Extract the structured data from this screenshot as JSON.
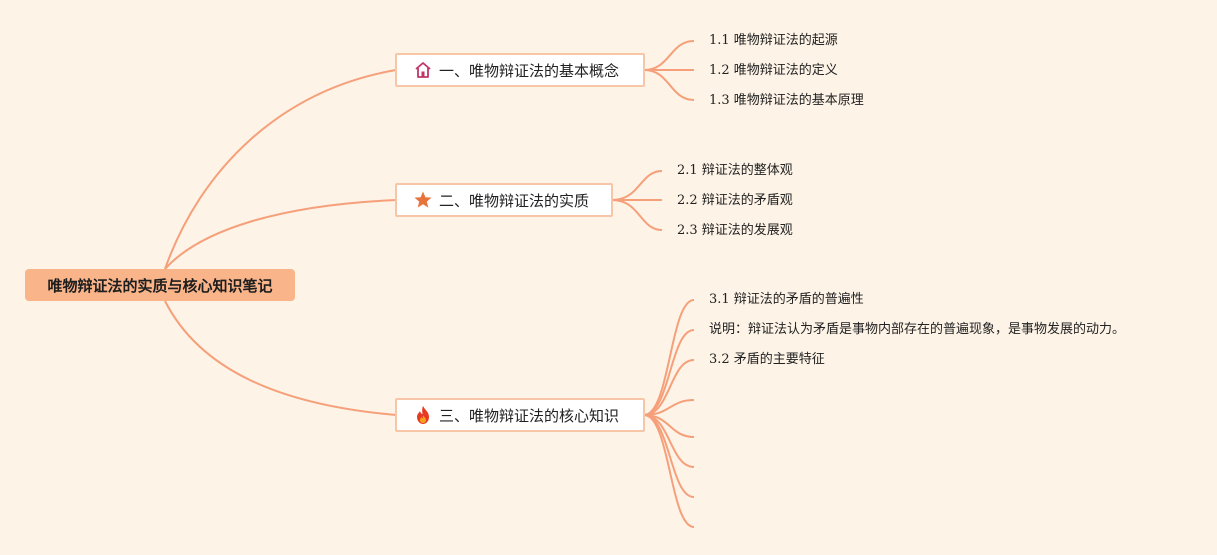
{
  "root": {
    "label": "唯物辩证法的实质与核心知识笔记"
  },
  "branches": [
    {
      "label": "一、唯物辩证法的基本概念",
      "icon": "home-icon",
      "children": [
        "1.1 唯物辩证法的起源",
        "1.2 唯物辩证法的定义",
        "1.3 唯物辩证法的基本原理"
      ]
    },
    {
      "label": "二、唯物辩证法的实质",
      "icon": "star-icon",
      "children": [
        "2.1 辩证法的整体观",
        "2.2 辩证法的矛盾观",
        "2.3 辩证法的发展观"
      ]
    },
    {
      "label": "三、唯物辩证法的核心知识",
      "icon": "fire-icon",
      "children": [
        "3.1 辩证法的矛盾的普遍性",
        "说明：辩证法认为矛盾是事物内部存在的普遍现象，是事物发展的动力。",
        "3.2 矛盾的主要特征",
        "",
        "",
        "",
        "",
        ""
      ]
    }
  ],
  "colors": {
    "background": "#fdf3e7",
    "link": "#f5a07a",
    "root_fill": "#f9b48a",
    "branch_border": "#f7c6a6"
  }
}
